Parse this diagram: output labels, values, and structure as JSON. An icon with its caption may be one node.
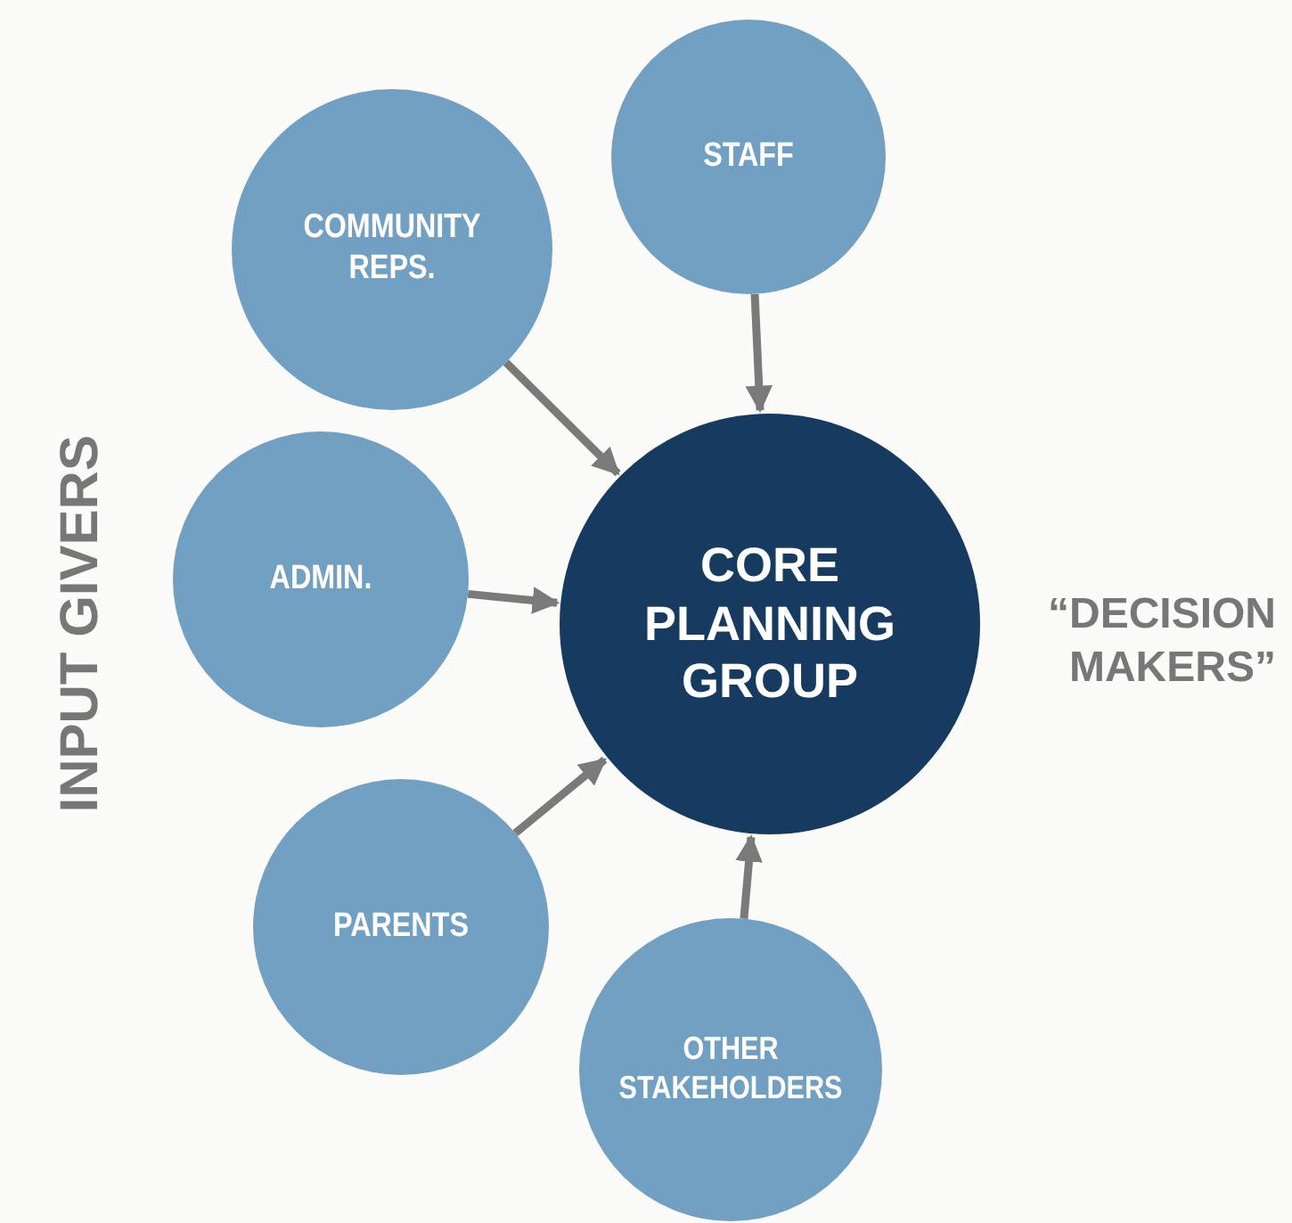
{
  "diagram": {
    "nodes": [
      {
        "text": [
          "STAFF"
        ]
      },
      {
        "text": [
          "COMMUNITY REPS."
        ]
      },
      {
        "text": [
          "ADMIN."
        ]
      },
      {
        "text": [
          "CORE PLANNING GROUP"
        ]
      },
      {
        "text": [
          "PARENTS"
        ]
      },
      {
        "text": [
          "OTHER STAKEHOLDERS"
        ]
      }
    ],
    "edges": [
      {
        "from": 0,
        "to": 3,
        "arrow": "to"
      },
      {
        "from": 1,
        "to": 3,
        "arrow": "to"
      },
      {
        "from": 2,
        "to": 3,
        "arrow": "to"
      },
      {
        "from": 4,
        "to": 3,
        "arrow": "to"
      },
      {
        "from": 5,
        "to": 3,
        "arrow": "to"
      }
    ],
    "labels": [
      "INPUT GIVERS",
      "“DECISION MAKERS”"
    ]
  }
}
